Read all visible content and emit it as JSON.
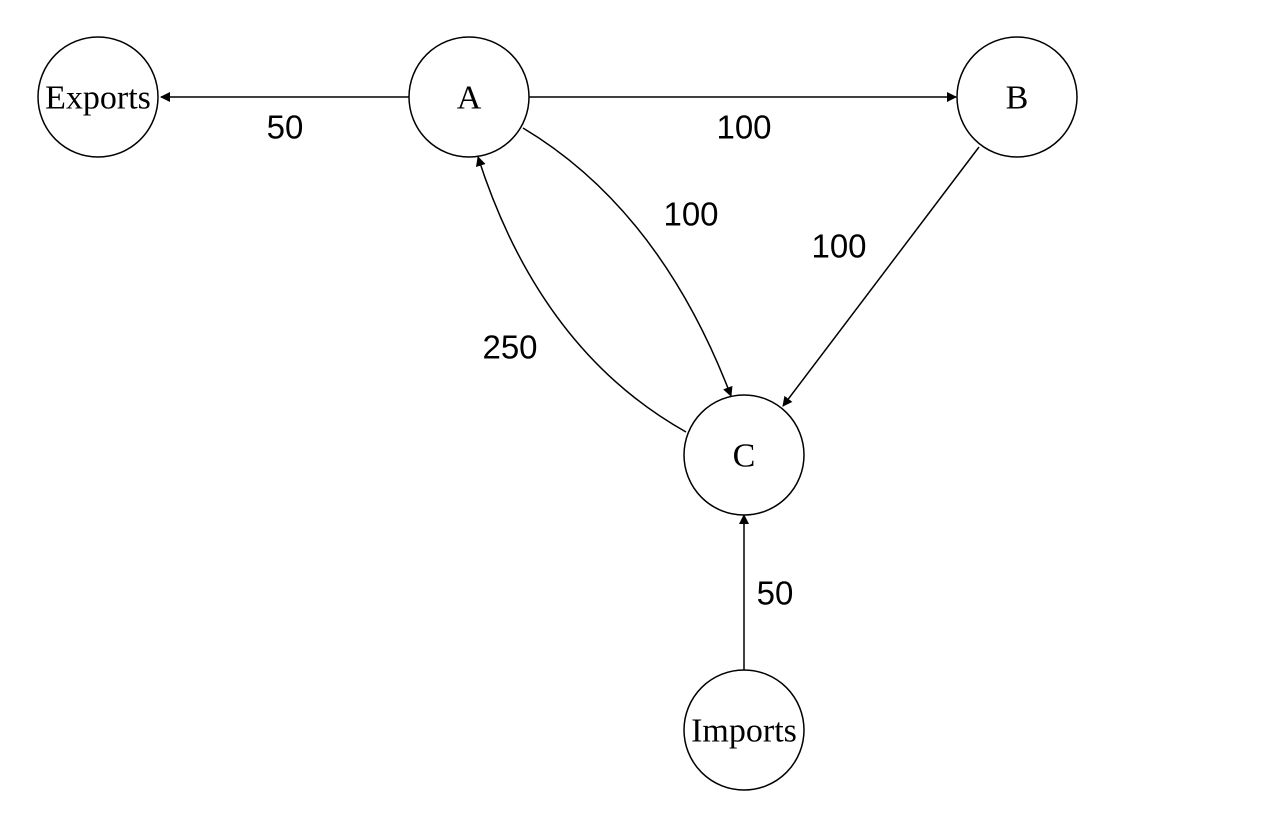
{
  "nodes": {
    "exports": {
      "label": "Exports"
    },
    "a": {
      "label": "A"
    },
    "b": {
      "label": "B"
    },
    "c": {
      "label": "C"
    },
    "imports": {
      "label": "Imports"
    }
  },
  "edges": {
    "a_to_exports": {
      "from": "A",
      "to": "Exports",
      "label": "50"
    },
    "a_to_b": {
      "from": "A",
      "to": "B",
      "label": "100"
    },
    "a_to_c": {
      "from": "A",
      "to": "C",
      "label": "100"
    },
    "b_to_c": {
      "from": "B",
      "to": "C",
      "label": "100"
    },
    "c_to_a": {
      "from": "C",
      "to": "A",
      "label": "250"
    },
    "imports_to_c": {
      "from": "Imports",
      "to": "C",
      "label": "50"
    }
  }
}
